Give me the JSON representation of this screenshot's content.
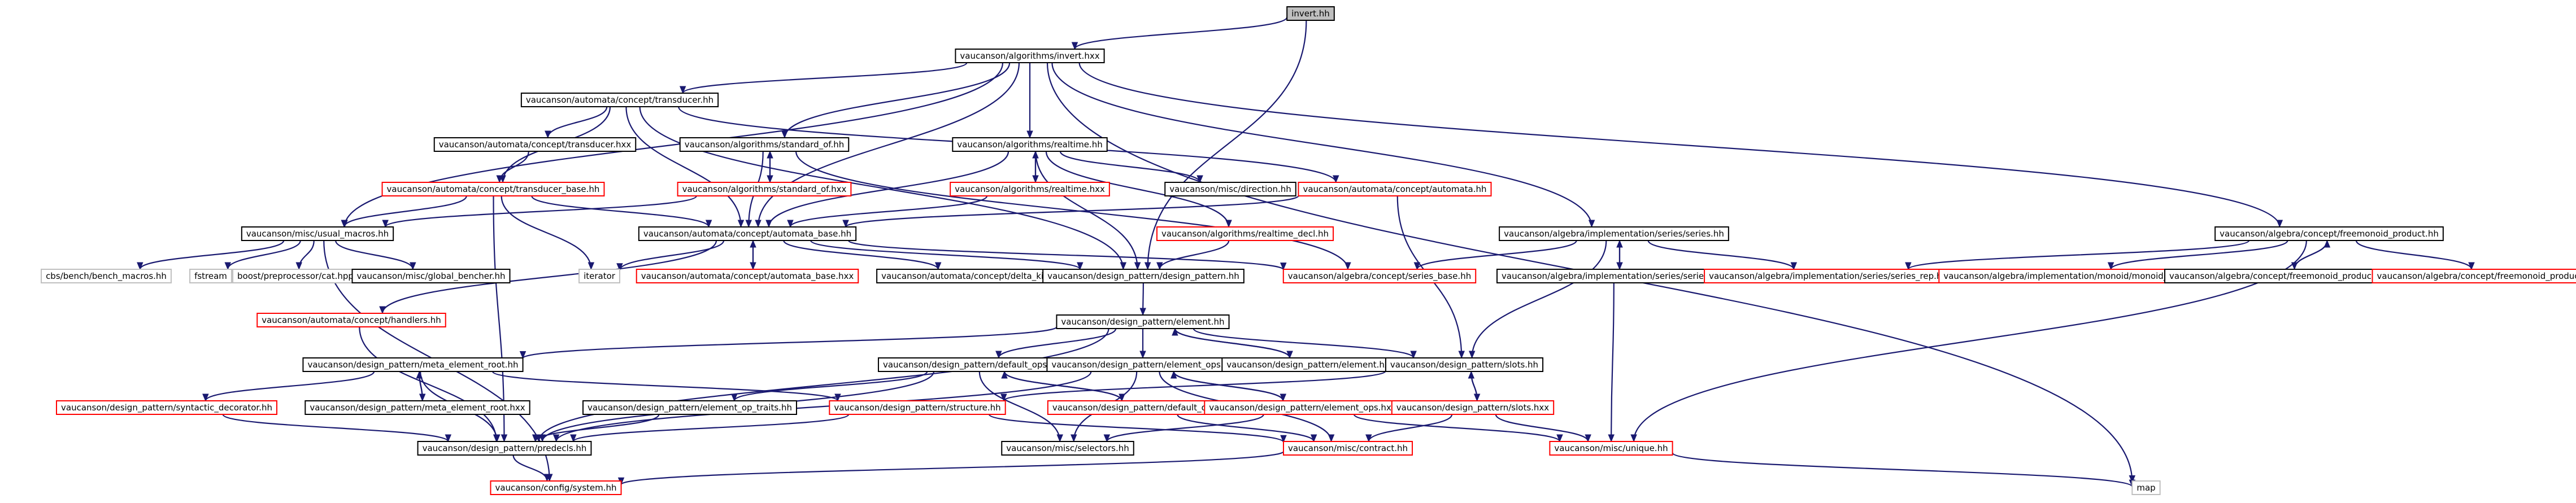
{
  "graph": {
    "nodes": [
      {
        "id": "invert_hh",
        "label": "invert.hh",
        "style": "root"
      },
      {
        "id": "algo_invert_hxx",
        "label": "vaucanson/algorithms/invert.hxx",
        "style": "doc"
      },
      {
        "id": "concept_transducer_hh",
        "label": "vaucanson/automata/concept/transducer.hh",
        "style": "doc"
      },
      {
        "id": "concept_transducer_hxx",
        "label": "vaucanson/automata/concept/transducer.hxx",
        "style": "doc"
      },
      {
        "id": "transducer_base_hh",
        "label": "vaucanson/automata/concept/transducer_base.hh",
        "style": "undoc"
      },
      {
        "id": "standard_of_hh",
        "label": "vaucanson/algorithms/standard_of.hh",
        "style": "doc"
      },
      {
        "id": "standard_of_hxx",
        "label": "vaucanson/algorithms/standard_of.hxx",
        "style": "undoc"
      },
      {
        "id": "realtime_hh",
        "label": "vaucanson/algorithms/realtime.hh",
        "style": "doc"
      },
      {
        "id": "realtime_hxx",
        "label": "vaucanson/algorithms/realtime.hxx",
        "style": "undoc"
      },
      {
        "id": "direction_hh",
        "label": "vaucanson/misc/direction.hh",
        "style": "doc"
      },
      {
        "id": "realtime_decl_hh",
        "label": "vaucanson/algorithms/realtime_decl.hh",
        "style": "undoc"
      },
      {
        "id": "concept_automata_hh",
        "label": "vaucanson/automata/concept/automata.hh",
        "style": "undoc"
      },
      {
        "id": "usual_macros_hh",
        "label": "vaucanson/misc/usual_macros.hh",
        "style": "doc"
      },
      {
        "id": "automata_base_hh",
        "label": "vaucanson/automata/concept/automata_base.hh",
        "style": "doc"
      },
      {
        "id": "series_hh",
        "label": "vaucanson/algebra/implementation/series/series.hh",
        "style": "doc"
      },
      {
        "id": "freemonoid_product_hh",
        "label": "vaucanson/algebra/concept/freemonoid_product.hh",
        "style": "doc"
      },
      {
        "id": "cbs_bench_macros",
        "label": "cbs/bench/bench_macros.hh",
        "style": "gray"
      },
      {
        "id": "fstream",
        "label": "fstream",
        "style": "gray"
      },
      {
        "id": "boost_cat",
        "label": "boost/preprocessor/cat.hpp",
        "style": "gray"
      },
      {
        "id": "global_bencher_hh",
        "label": "vaucanson/misc/global_bencher.hh",
        "style": "doc"
      },
      {
        "id": "iterator",
        "label": "iterator",
        "style": "gray"
      },
      {
        "id": "automata_base_hxx",
        "label": "vaucanson/automata/concept/automata_base.hxx",
        "style": "undoc"
      },
      {
        "id": "delta_kind_hh",
        "label": "vaucanson/automata/concept/delta_kind.hh",
        "style": "doc"
      },
      {
        "id": "design_pattern_hh",
        "label": "vaucanson/design_pattern/design_pattern.hh",
        "style": "doc"
      },
      {
        "id": "series_base_hh",
        "label": "vaucanson/algebra/concept/series_base.hh",
        "style": "undoc"
      },
      {
        "id": "series_hxx",
        "label": "vaucanson/algebra/implementation/series/series.hxx",
        "style": "doc"
      },
      {
        "id": "series_rep_hh",
        "label": "vaucanson/algebra/implementation/series/series_rep.hh",
        "style": "undoc"
      },
      {
        "id": "monoid_rep_hh",
        "label": "vaucanson/algebra/implementation/monoid/monoid_rep.hh",
        "style": "undoc"
      },
      {
        "id": "freemonoid_product_hxx",
        "label": "vaucanson/algebra/concept/freemonoid_product.hxx",
        "style": "doc"
      },
      {
        "id": "freemonoid_product_base_hh",
        "label": "vaucanson/algebra/concept/freemonoid_product_base.hh",
        "style": "undoc"
      },
      {
        "id": "handlers_hh",
        "label": "vaucanson/automata/concept/handlers.hh",
        "style": "undoc"
      },
      {
        "id": "element_hh",
        "label": "vaucanson/design_pattern/element.hh",
        "style": "doc"
      },
      {
        "id": "meta_element_root_hh",
        "label": "vaucanson/design_pattern/meta_element_root.hh",
        "style": "doc"
      },
      {
        "id": "syntactic_decorator_hh",
        "label": "vaucanson/design_pattern/syntactic_decorator.hh",
        "style": "undoc"
      },
      {
        "id": "meta_element_root_hxx",
        "label": "vaucanson/design_pattern/meta_element_root.hxx",
        "style": "doc"
      },
      {
        "id": "default_ops_hh",
        "label": "vaucanson/design_pattern/default_ops.hh",
        "style": "doc"
      },
      {
        "id": "element_ops_hh",
        "label": "vaucanson/design_pattern/element_ops.hh",
        "style": "doc"
      },
      {
        "id": "element_hxx",
        "label": "vaucanson/design_pattern/element.hxx",
        "style": "doc"
      },
      {
        "id": "slots_hh",
        "label": "vaucanson/design_pattern/slots.hh",
        "style": "doc"
      },
      {
        "id": "element_op_traits_hh",
        "label": "vaucanson/design_pattern/element_op_traits.hh",
        "style": "doc"
      },
      {
        "id": "structure_hh",
        "label": "vaucanson/design_pattern/structure.hh",
        "style": "undoc"
      },
      {
        "id": "default_ops_hxx",
        "label": "vaucanson/design_pattern/default_ops.hxx",
        "style": "undoc"
      },
      {
        "id": "element_ops_hxx",
        "label": "vaucanson/design_pattern/element_ops.hxx",
        "style": "undoc"
      },
      {
        "id": "slots_hxx",
        "label": "vaucanson/design_pattern/slots.hxx",
        "style": "undoc"
      },
      {
        "id": "predecls_hh",
        "label": "vaucanson/design_pattern/predecls.hh",
        "style": "doc"
      },
      {
        "id": "selectors_hh",
        "label": "vaucanson/misc/selectors.hh",
        "style": "doc"
      },
      {
        "id": "contract_hh",
        "label": "vaucanson/misc/contract.hh",
        "style": "undoc"
      },
      {
        "id": "unique_hh",
        "label": "vaucanson/misc/unique.hh",
        "style": "undoc"
      },
      {
        "id": "system_hh",
        "label": "vaucanson/config/system.hh",
        "style": "undoc"
      },
      {
        "id": "map",
        "label": "map",
        "style": "gray"
      }
    ],
    "edges": [
      [
        "invert_hh",
        "algo_invert_hxx"
      ],
      [
        "invert_hh",
        "design_pattern_hh"
      ],
      [
        "algo_invert_hxx",
        "concept_transducer_hh"
      ],
      [
        "algo_invert_hxx",
        "standard_of_hh"
      ],
      [
        "algo_invert_hxx",
        "realtime_hh"
      ],
      [
        "algo_invert_hxx",
        "usual_macros_hh"
      ],
      [
        "algo_invert_hxx",
        "automata_base_hh"
      ],
      [
        "algo_invert_hxx",
        "series_hh"
      ],
      [
        "algo_invert_hxx",
        "freemonoid_product_hh"
      ],
      [
        "algo_invert_hxx",
        "map"
      ],
      [
        "concept_transducer_hh",
        "concept_transducer_hxx"
      ],
      [
        "concept_transducer_hh",
        "transducer_base_hh"
      ],
      [
        "concept_transducer_hh",
        "automata_base_hh"
      ],
      [
        "concept_transducer_hh",
        "concept_automata_hh"
      ],
      [
        "concept_transducer_hh",
        "design_pattern_hh"
      ],
      [
        "concept_transducer_hxx",
        "transducer_base_hh"
      ],
      [
        "transducer_base_hh",
        "usual_macros_hh"
      ],
      [
        "transducer_base_hh",
        "automata_base_hh"
      ],
      [
        "transducer_base_hh",
        "iterator"
      ],
      [
        "transducer_base_hh",
        "predecls_hh"
      ],
      [
        "standard_of_hh",
        "standard_of_hxx"
      ],
      [
        "standard_of_hh",
        "automata_base_hh"
      ],
      [
        "standard_of_hh",
        "series_base_hh"
      ],
      [
        "standard_of_hxx",
        "standard_of_hh"
      ],
      [
        "standard_of_hxx",
        "usual_macros_hh"
      ],
      [
        "realtime_hh",
        "realtime_hxx"
      ],
      [
        "realtime_hh",
        "direction_hh"
      ],
      [
        "realtime_hh",
        "automata_base_hh"
      ],
      [
        "realtime_hh",
        "realtime_decl_hh"
      ],
      [
        "realtime_hh",
        "design_pattern_hh"
      ],
      [
        "realtime_hxx",
        "realtime_hh"
      ],
      [
        "realtime_hxx",
        "automata_base_hh"
      ],
      [
        "realtime_decl_hh",
        "design_pattern_hh"
      ],
      [
        "concept_automata_hh",
        "automata_base_hh"
      ],
      [
        "concept_automata_hh",
        "slots_hh"
      ],
      [
        "usual_macros_hh",
        "cbs_bench_macros"
      ],
      [
        "usual_macros_hh",
        "fstream"
      ],
      [
        "usual_macros_hh",
        "boost_cat"
      ],
      [
        "usual_macros_hh",
        "global_bencher_hh"
      ],
      [
        "usual_macros_hh",
        "system_hh"
      ],
      [
        "automata_base_hh",
        "iterator"
      ],
      [
        "automata_base_hh",
        "automata_base_hxx"
      ],
      [
        "automata_base_hh",
        "delta_kind_hh"
      ],
      [
        "automata_base_hh",
        "design_pattern_hh"
      ],
      [
        "automata_base_hh",
        "series_base_hh"
      ],
      [
        "automata_base_hh",
        "handlers_hh"
      ],
      [
        "automata_base_hxx",
        "automata_base_hh"
      ],
      [
        "series_hh",
        "series_base_hh"
      ],
      [
        "series_hh",
        "series_hxx"
      ],
      [
        "series_hh",
        "series_rep_hh"
      ],
      [
        "series_hh",
        "slots_hh"
      ],
      [
        "series_hxx",
        "series_hh"
      ],
      [
        "series_hxx",
        "unique_hh"
      ],
      [
        "freemonoid_product_hh",
        "freemonoid_product_hxx"
      ],
      [
        "freemonoid_product_hh",
        "freemonoid_product_base_hh"
      ],
      [
        "freemonoid_product_hh",
        "series_rep_hh"
      ],
      [
        "freemonoid_product_hh",
        "monoid_rep_hh"
      ],
      [
        "freemonoid_product_hh",
        "unique_hh"
      ],
      [
        "freemonoid_product_hxx",
        "freemonoid_product_hh"
      ],
      [
        "handlers_hh",
        "predecls_hh"
      ],
      [
        "design_pattern_hh",
        "element_hh"
      ],
      [
        "element_hh",
        "meta_element_root_hh"
      ],
      [
        "element_hh",
        "default_ops_hh"
      ],
      [
        "element_hh",
        "element_ops_hh"
      ],
      [
        "element_hh",
        "element_hxx"
      ],
      [
        "element_hh",
        "slots_hh"
      ],
      [
        "element_hh",
        "predecls_hh"
      ],
      [
        "element_hxx",
        "element_hh"
      ],
      [
        "meta_element_root_hh",
        "syntactic_decorator_hh"
      ],
      [
        "meta_element_root_hh",
        "meta_element_root_hxx"
      ],
      [
        "meta_element_root_hh",
        "structure_hh"
      ],
      [
        "meta_element_root_hh",
        "predecls_hh"
      ],
      [
        "meta_element_root_hxx",
        "meta_element_root_hh"
      ],
      [
        "syntactic_decorator_hh",
        "predecls_hh"
      ],
      [
        "default_ops_hh",
        "element_op_traits_hh"
      ],
      [
        "default_ops_hh",
        "default_ops_hxx"
      ],
      [
        "default_ops_hh",
        "predecls_hh"
      ],
      [
        "default_ops_hh",
        "selectors_hh"
      ],
      [
        "default_ops_hxx",
        "default_ops_hh"
      ],
      [
        "default_ops_hxx",
        "contract_hh"
      ],
      [
        "element_ops_hh",
        "element_ops_hxx"
      ],
      [
        "element_ops_hh",
        "predecls_hh"
      ],
      [
        "element_ops_hh",
        "selectors_hh"
      ],
      [
        "element_ops_hxx",
        "element_ops_hh"
      ],
      [
        "element_ops_hxx",
        "unique_hh"
      ],
      [
        "element_ops_hxx",
        "selectors_hh"
      ],
      [
        "slots_hh",
        "slots_hxx"
      ],
      [
        "slots_hh",
        "structure_hh"
      ],
      [
        "slots_hxx",
        "slots_hh"
      ],
      [
        "slots_hxx",
        "contract_hh"
      ],
      [
        "slots_hxx",
        "unique_hh"
      ],
      [
        "element_op_traits_hh",
        "predecls_hh"
      ],
      [
        "structure_hh",
        "predecls_hh"
      ],
      [
        "structure_hh",
        "contract_hh"
      ],
      [
        "contract_hh",
        "system_hh"
      ],
      [
        "predecls_hh",
        "system_hh"
      ],
      [
        "unique_hh",
        "map"
      ],
      [
        "element_ops_hh",
        "contract_hh"
      ]
    ]
  },
  "colors": {
    "edge": "#191970",
    "doc_border": "#000000",
    "undoc_border": "#ff0000",
    "gray_border": "#bfbfbf",
    "root_fill": "#bfbfbf"
  }
}
